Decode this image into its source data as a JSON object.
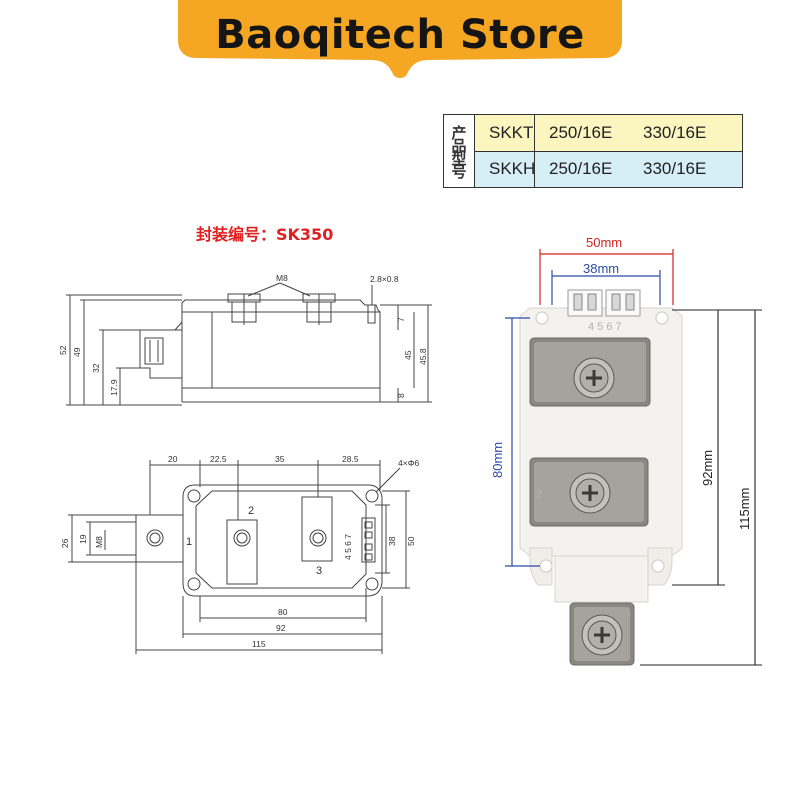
{
  "banner": {
    "store_name": "Baoqitech Store",
    "color": "#f5a623"
  },
  "model_table": {
    "header": "产品型号",
    "rows": [
      {
        "series": "SKKT",
        "model_a": "250/16E",
        "model_b": "330/16E",
        "bg": "#fbf5c0"
      },
      {
        "series": "SKKH",
        "model_a": "250/16E",
        "model_b": "330/16E",
        "bg": "#d6eef6"
      }
    ]
  },
  "package_label": "封装编号：SK350",
  "side_view": {
    "top_labels": {
      "m8": "M8",
      "tab": "2.8×0.8"
    },
    "left_dims": [
      "52",
      "49",
      "32",
      "17.9"
    ],
    "right_dims": [
      "7",
      "45",
      "45.8",
      "8"
    ]
  },
  "top_view": {
    "top_dims": [
      "20",
      "22.5",
      "35",
      "28.5"
    ],
    "hole_note": "4×Φ6",
    "left_dims": [
      "26",
      "19",
      "M8"
    ],
    "right_dims": [
      "38",
      "50"
    ],
    "bottom_dims": [
      "80",
      "92",
      "115"
    ],
    "terminal_numbers": [
      "1",
      "2",
      "3"
    ],
    "aux_pins": "4 5 6 7"
  },
  "photo": {
    "dims": {
      "width_outer": "50mm",
      "width_inner": "38mm",
      "hole_spacing": "80mm",
      "mount_length": "92mm",
      "total_length": "115mm"
    },
    "dim_color_blue": "#2e4ba6",
    "dim_color_red": "#d42020",
    "pin_labels": "4 5 6 7",
    "terminal_label": "2"
  }
}
